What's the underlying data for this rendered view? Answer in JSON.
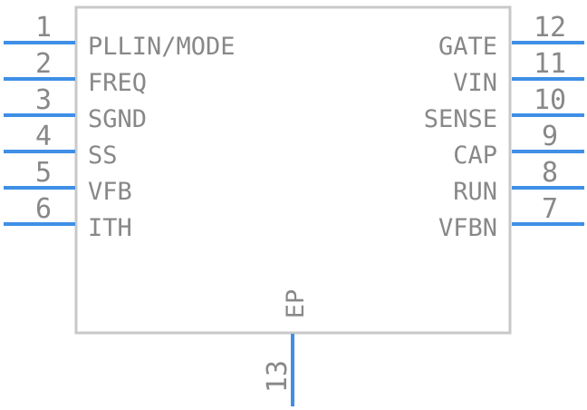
{
  "colors": {
    "body_stroke": "#c8c8c8",
    "pin_line": "#3f8fe6",
    "text": "#888888",
    "background": "#ffffff"
  },
  "left_pins": [
    {
      "number": "1",
      "name": "PLLIN/MODE"
    },
    {
      "number": "2",
      "name": "FREQ"
    },
    {
      "number": "3",
      "name": "SGND"
    },
    {
      "number": "4",
      "name": "SS"
    },
    {
      "number": "5",
      "name": "VFB"
    },
    {
      "number": "6",
      "name": "ITH"
    }
  ],
  "right_pins": [
    {
      "number": "12",
      "name": "GATE"
    },
    {
      "number": "11",
      "name": "VIN"
    },
    {
      "number": "10",
      "name": "SENSE"
    },
    {
      "number": "9",
      "name": "CAP"
    },
    {
      "number": "8",
      "name": "RUN"
    },
    {
      "number": "7",
      "name": "VFBN"
    }
  ],
  "bottom_pin": {
    "number": "13",
    "name": "EP"
  }
}
